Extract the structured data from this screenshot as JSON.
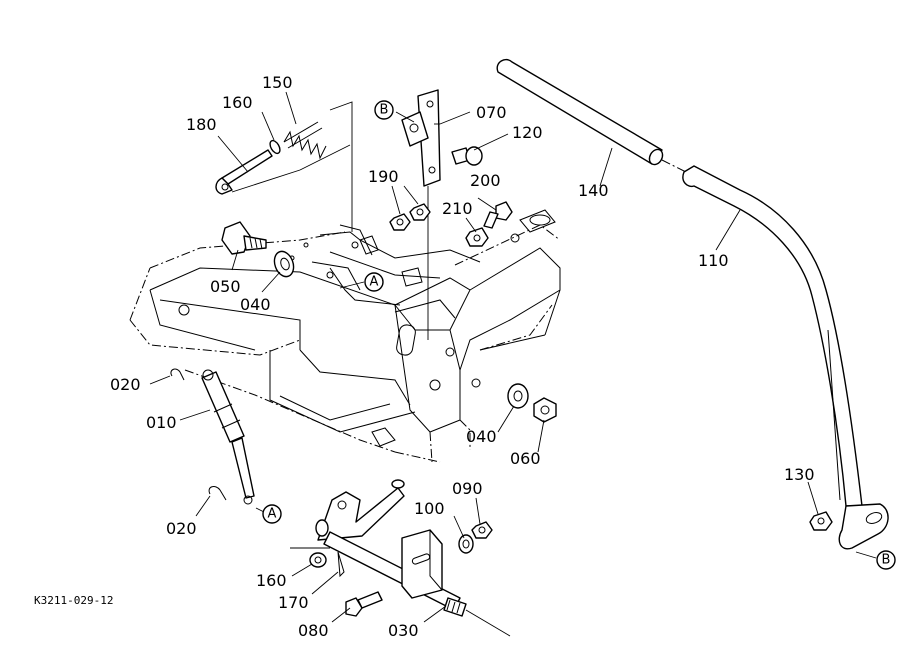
{
  "diagram": {
    "drawing_code": "K3211-029-12",
    "callouts": [
      {
        "id": "p010",
        "label": "010"
      },
      {
        "id": "p020a",
        "label": "020"
      },
      {
        "id": "p020b",
        "label": "020"
      },
      {
        "id": "p030",
        "label": "030"
      },
      {
        "id": "p040a",
        "label": "040"
      },
      {
        "id": "p040b",
        "label": "040"
      },
      {
        "id": "p050",
        "label": "050"
      },
      {
        "id": "p060",
        "label": "060"
      },
      {
        "id": "p070",
        "label": "070"
      },
      {
        "id": "p080",
        "label": "080"
      },
      {
        "id": "p090",
        "label": "090"
      },
      {
        "id": "p100",
        "label": "100"
      },
      {
        "id": "p110",
        "label": "110"
      },
      {
        "id": "p120",
        "label": "120"
      },
      {
        "id": "p130",
        "label": "130"
      },
      {
        "id": "p140",
        "label": "140"
      },
      {
        "id": "p150",
        "label": "150"
      },
      {
        "id": "p160a",
        "label": "160"
      },
      {
        "id": "p160b",
        "label": "160"
      },
      {
        "id": "p170",
        "label": "170"
      },
      {
        "id": "p180",
        "label": "180"
      },
      {
        "id": "p190",
        "label": "190"
      },
      {
        "id": "p200",
        "label": "200"
      },
      {
        "id": "p210",
        "label": "210"
      }
    ],
    "reference_marks": [
      {
        "id": "refA1",
        "label": "A"
      },
      {
        "id": "refA2",
        "label": "A"
      },
      {
        "id": "refB1",
        "label": "B"
      },
      {
        "id": "refB2",
        "label": "B"
      }
    ]
  }
}
